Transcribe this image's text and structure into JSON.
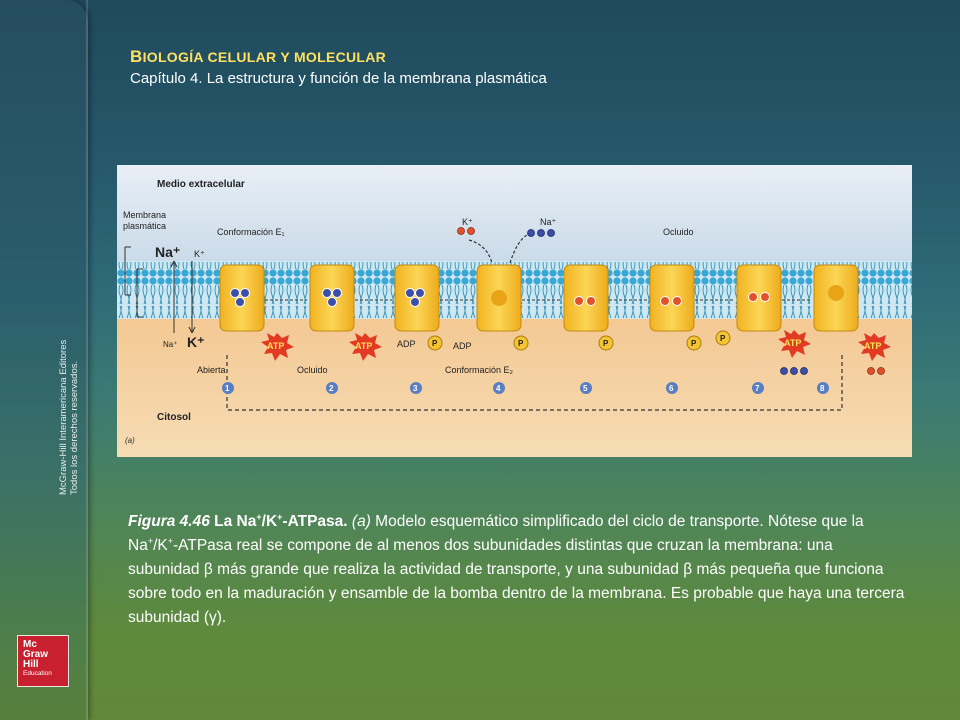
{
  "header": {
    "title_first": "B",
    "title_rest": "IOLOGÍA CELULAR Y MOLECULAR",
    "subtitle": "Capítulo 4. La estructura y función de la membrana plasmática"
  },
  "sidebar": {
    "publisher_line1": "McGraw-Hill Interamericana Editores",
    "publisher_line2": "Todos los derechos reservados.",
    "logo_lines": [
      "Mc",
      "Graw",
      "Hill",
      "Education"
    ]
  },
  "figure": {
    "label_extracellular": "Medio extracelular",
    "label_membrane_1": "Membrana",
    "label_membrane_2": "plasmática",
    "label_cytosol": "Citosol",
    "label_panel": "(a)",
    "label_na_big": "Na⁺",
    "label_k_small": "K⁺",
    "label_na_small": "Na⁺",
    "label_k_big": "K⁺",
    "label_conf_e1": "Conformación E₁",
    "label_conf_e2": "Conformación E₂",
    "label_open": "Abierta",
    "label_occluded": "Ocluido",
    "label_occluded_top": "Ocluido",
    "label_k_top": "K⁺",
    "label_na_top": "Na⁺",
    "label_atp": "ATP",
    "label_adp": "ADP",
    "label_p": "P",
    "steps": [
      "1",
      "2",
      "3",
      "4",
      "5",
      "6",
      "7",
      "8"
    ]
  },
  "caption": {
    "fig_number": "Figura 4.46",
    "title_part1": "La Na",
    "title_sup1": "+",
    "title_part2": "/K",
    "title_sup2": "+",
    "title_part3": "-ATPasa.",
    "body_a": "(a)",
    "body1": " Modelo esquemático simplificado del ciclo de transporte. Nótese que la Na",
    "body_sup1": "+",
    "body2": "/K",
    "body_sup2": "+",
    "body3": "-ATPasa real se compone de al menos dos subunidades distintas que cruzan la membrana: una subunidad β más grande que realiza la actividad de transporte, y una subunidad β más pequeña que funciona sobre todo en la maduración y ensamble de la bomba dentro de la membrana. Es probable que haya una tercera subunidad (γ)."
  },
  "colors": {
    "title_yellow": "#ffe060",
    "pump_yellow": "#f7c431",
    "atp_red": "#e33a24",
    "na_blue": "#3b4fa8",
    "k_red": "#e0522c"
  }
}
